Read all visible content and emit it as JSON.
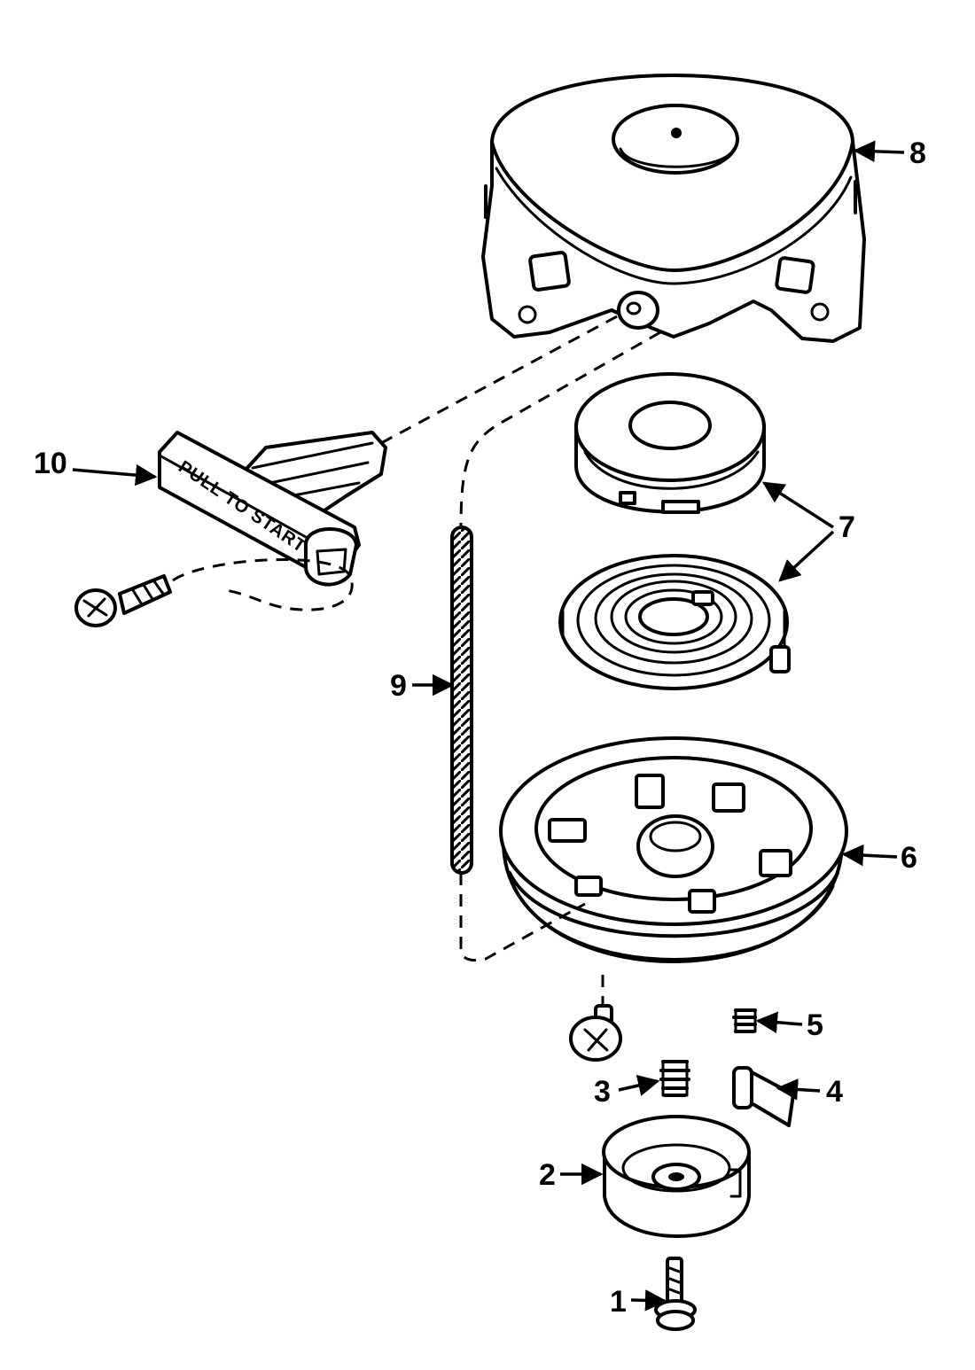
{
  "diagram": {
    "callouts": [
      {
        "id": "1",
        "text": "1"
      },
      {
        "id": "2",
        "text": "2"
      },
      {
        "id": "3",
        "text": "3"
      },
      {
        "id": "4",
        "text": "4"
      },
      {
        "id": "5",
        "text": "5"
      },
      {
        "id": "6",
        "text": "6"
      },
      {
        "id": "7",
        "text": "7"
      },
      {
        "id": "8",
        "text": "8"
      },
      {
        "id": "9",
        "text": "9"
      },
      {
        "id": "10",
        "text": "10"
      }
    ],
    "handle_text": "PULL TO START"
  }
}
